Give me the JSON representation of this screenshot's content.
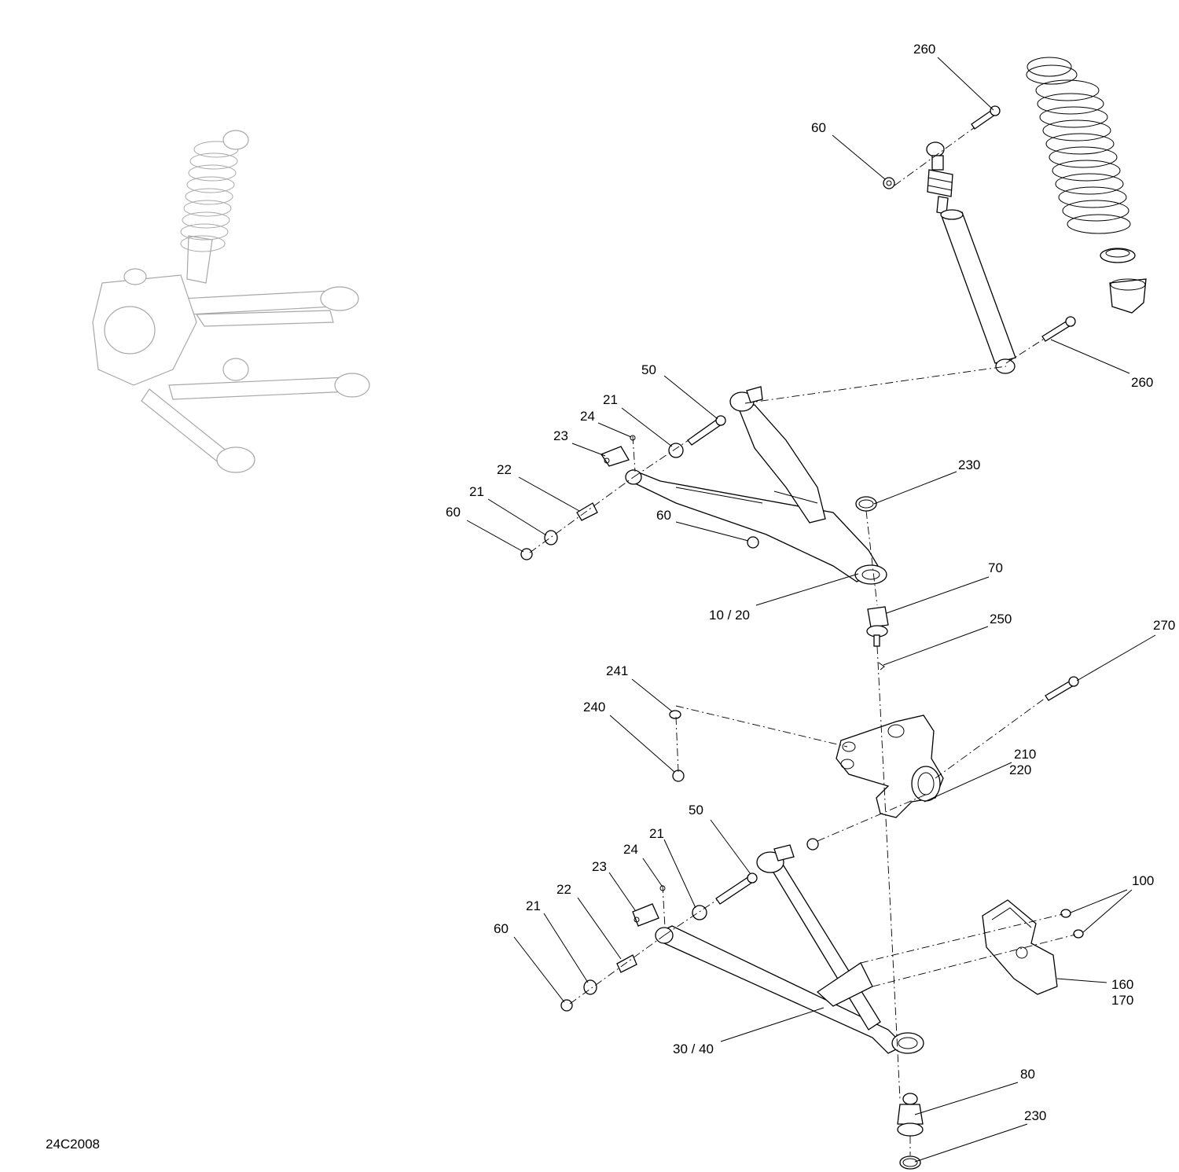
{
  "diagram": {
    "reference_code": "24C2008",
    "labels": [
      {
        "id": "lbl-260-top",
        "text": "260"
      },
      {
        "id": "lbl-60-shock",
        "text": "60"
      },
      {
        "id": "lbl-260-right",
        "text": "260"
      },
      {
        "id": "lbl-50-upper",
        "text": "50"
      },
      {
        "id": "lbl-21-upper-a",
        "text": "21"
      },
      {
        "id": "lbl-24-upper",
        "text": "24"
      },
      {
        "id": "lbl-23-upper",
        "text": "23"
      },
      {
        "id": "lbl-22-upper",
        "text": "22"
      },
      {
        "id": "lbl-21-upper-b",
        "text": "21"
      },
      {
        "id": "lbl-60-upper-a",
        "text": "60"
      },
      {
        "id": "lbl-60-upper-b",
        "text": "60"
      },
      {
        "id": "lbl-230-upper",
        "text": "230"
      },
      {
        "id": "lbl-10-20",
        "text": "10 / 20"
      },
      {
        "id": "lbl-70",
        "text": "70"
      },
      {
        "id": "lbl-250",
        "text": "250"
      },
      {
        "id": "lbl-270",
        "text": "270"
      },
      {
        "id": "lbl-241",
        "text": "241"
      },
      {
        "id": "lbl-240",
        "text": "240"
      },
      {
        "id": "lbl-210",
        "text": "210"
      },
      {
        "id": "lbl-220",
        "text": "220"
      },
      {
        "id": "lbl-50-lower",
        "text": "50"
      },
      {
        "id": "lbl-21-lower-a",
        "text": "21"
      },
      {
        "id": "lbl-24-lower",
        "text": "24"
      },
      {
        "id": "lbl-23-lower",
        "text": "23"
      },
      {
        "id": "lbl-22-lower",
        "text": "22"
      },
      {
        "id": "lbl-21-lower-b",
        "text": "21"
      },
      {
        "id": "lbl-60-lower",
        "text": "60"
      },
      {
        "id": "lbl-100",
        "text": "100"
      },
      {
        "id": "lbl-160",
        "text": "160"
      },
      {
        "id": "lbl-170",
        "text": "170"
      },
      {
        "id": "lbl-30-40",
        "text": "30 / 40"
      },
      {
        "id": "lbl-80",
        "text": "80"
      },
      {
        "id": "lbl-230-lower",
        "text": "230"
      }
    ]
  }
}
